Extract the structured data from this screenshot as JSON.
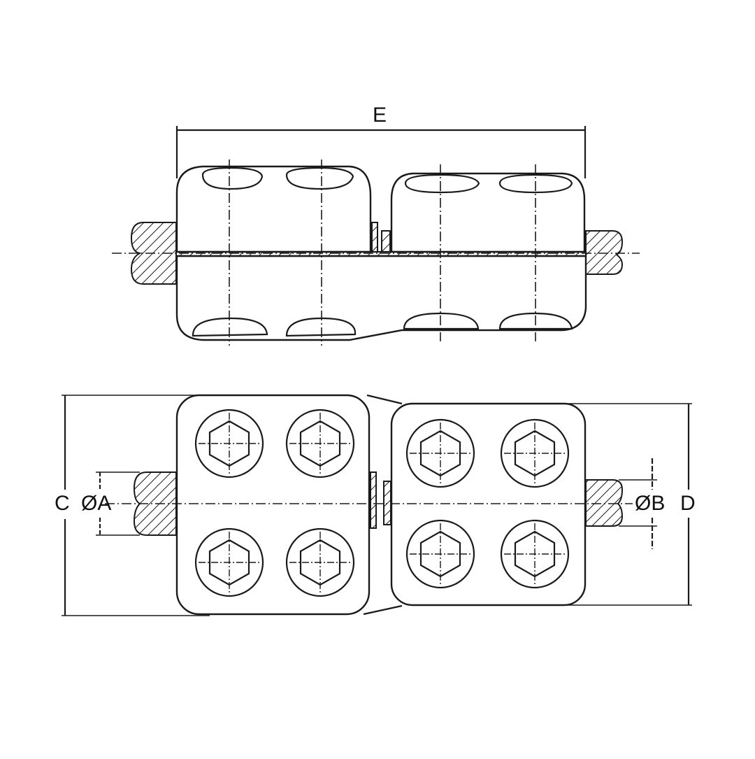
{
  "figure": {
    "type": "technical-drawing",
    "subject": "two-bolt-pair parallel groove / bimetallic connector clamp",
    "views": [
      {
        "name": "side-view",
        "position": "top",
        "bolt_columns": 4
      },
      {
        "name": "top-view",
        "position": "bottom",
        "bolts": 8
      }
    ]
  },
  "dimensions": {
    "overall_length": "E",
    "left_width": "C",
    "left_conductor_diameter": "ØA",
    "right_conductor_diameter": "ØB",
    "right_width": "D"
  },
  "colors": {
    "line": "#1a1a1a",
    "background": "#ffffff"
  }
}
